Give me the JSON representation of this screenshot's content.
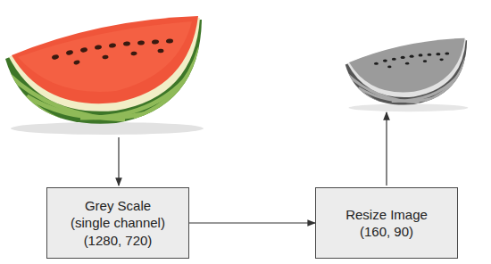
{
  "diagram": {
    "nodes": [
      {
        "text": [
          "Grey Scale (single channel) (1280, 720)"
        ]
      },
      {
        "text": [
          "Resize Image (160, 90)"
        ]
      }
    ],
    "edges": [
      {
        "from": 0,
        "to": 1,
        "arrow": "to"
      }
    ]
  }
}
